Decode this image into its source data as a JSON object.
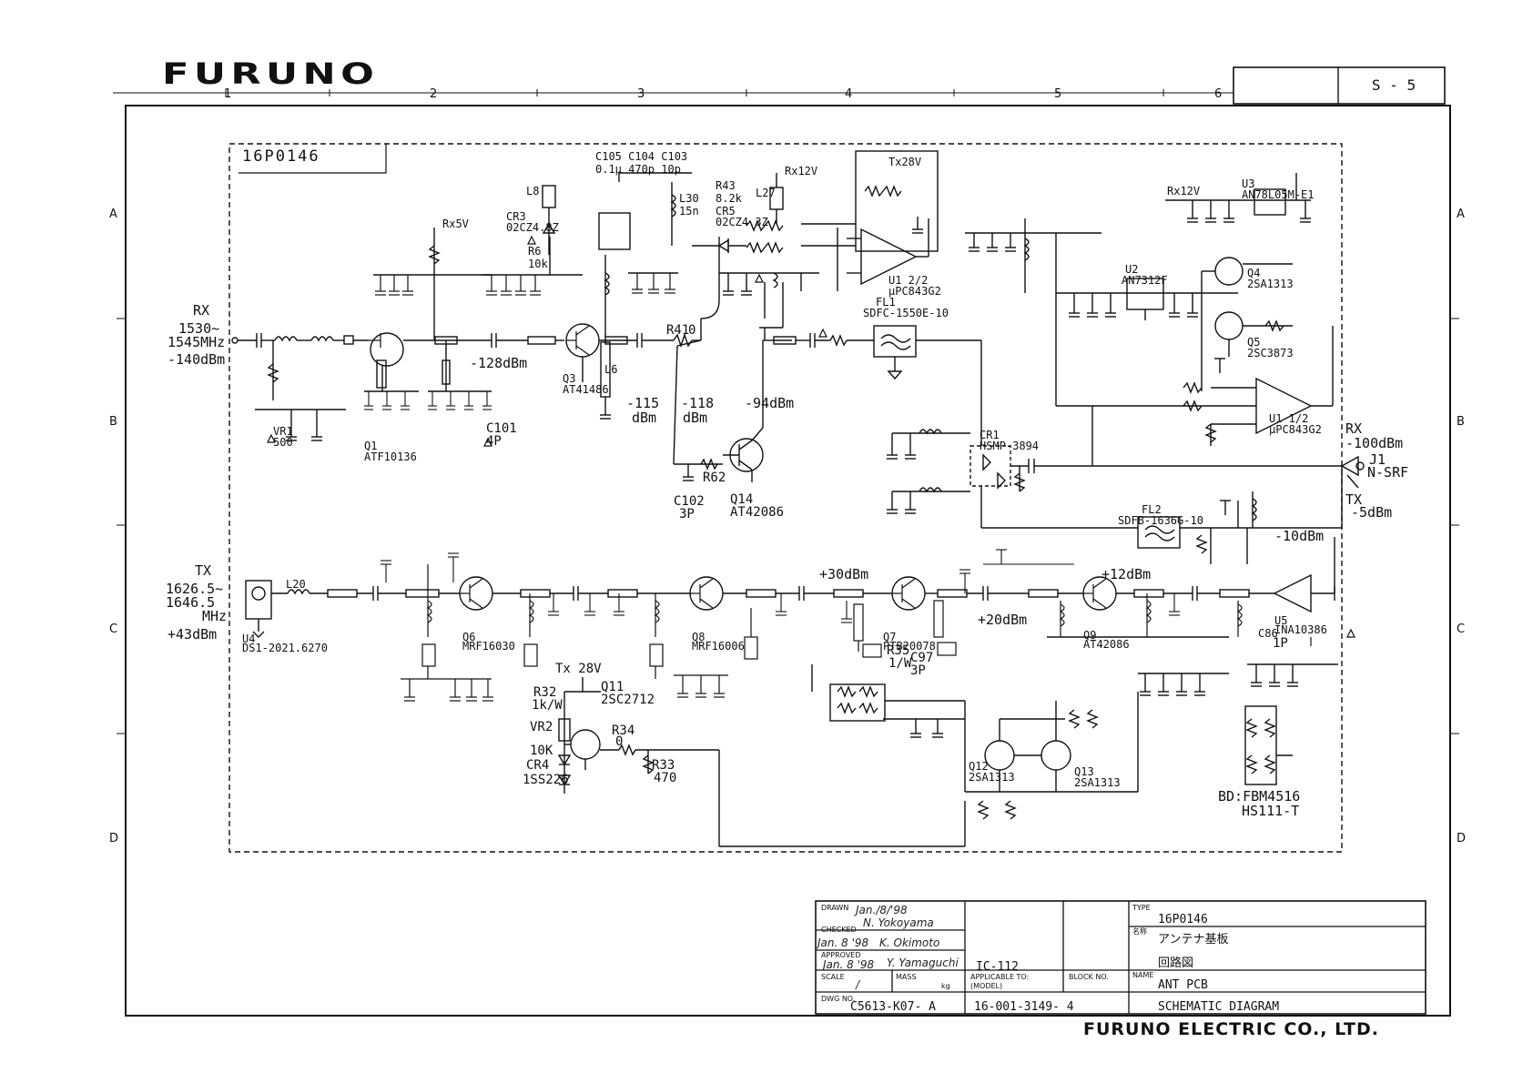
{
  "header": {
    "brand": "FURUNO",
    "sheet_no": "S - 5",
    "board_id": "16P0146"
  },
  "zones": {
    "columns": [
      "1",
      "2",
      "3",
      "4",
      "5",
      "6"
    ],
    "rows": [
      "A",
      "B",
      "C",
      "D"
    ]
  },
  "rx_port": {
    "name": "RX",
    "freq_line1": "1530~",
    "freq_line2": "1545MHz",
    "level": "-140dBm"
  },
  "tx_port": {
    "name": "TX",
    "freq_line1": "1626.5~",
    "freq_line2": "1646.5",
    "freq_unit": "MHz",
    "level": "+43dBm"
  },
  "levels": {
    "rx_stage1": "-128dBm",
    "rx_stage2_a": "-115",
    "rx_stage2_b": "dBm",
    "rx_stage3_a": "-118",
    "rx_stage3_b": "dBm",
    "rx_stage4": "-94dBm",
    "tx_30": "+30dBm",
    "tx_20": "+20dBm",
    "tx_12": "+12dBm",
    "tx_m10": "-10dBm"
  },
  "connector": {
    "rx": "RX",
    "rx_level": "-100dBm",
    "jack": "J1",
    "jack_type": "N-SRF",
    "tx": "TX",
    "tx_level": "-5dBm"
  },
  "components": {
    "c105": "C105 C104 C103",
    "c105_vals": "0.1µ  470p  10p",
    "l30": "L30",
    "l30_val": "15n",
    "r43": "R43",
    "r43_val": "8.2k",
    "cr5": "CR5",
    "cr5_val": "02CZ4.3Z",
    "l8": "L8",
    "cr3": "CR3",
    "cr3_val": "02CZ4.8Z",
    "r6": "R6",
    "r6_val": "10k",
    "l27": "L27",
    "rx12v_a": "Rx12V",
    "rx12v_b": "Rx12V",
    "tx28v": "Tx28V",
    "rx5v": "Rx5V",
    "u1_2": "U1 2/2",
    "u1_2_part": "µPC843G2",
    "fl1": "FL1",
    "fl1_part": "SDFC-1550E-10",
    "fl2": "FL2",
    "fl2_part": "SDFB-1636G-10",
    "u3": "U3",
    "u3_part": "AN78L05M-E1",
    "u2": "U2",
    "u2_part": "AN7312F",
    "q4": "Q4",
    "q4_part": "2SA1313",
    "q5": "Q5",
    "q5_part": "2SC3873",
    "u1_1": "U1 1/2",
    "u1_1_part": "µPC843G2",
    "cr1": "CR1",
    "cr1_part": "HSMP-3894",
    "q1": "Q1",
    "q1_part": "ATF10136",
    "q3": "Q3",
    "q3_part": "AT41486",
    "q14": "Q14",
    "q14_part": "AT42086",
    "r62": "R62",
    "c102": "C102",
    "c102_val": "3P",
    "c101": "C101",
    "c101_val": "4P",
    "vr1": "VR1",
    "vr1_val": "500",
    "r41": "R41",
    "r41_val": "0",
    "l6": "L6",
    "u4": "U4",
    "u4_part": "DS1-2021.6270",
    "l20": "L20",
    "q6": "Q6",
    "q6_part": "MRF16030",
    "q8": "Q8",
    "q8_part": "MRF16006",
    "q7": "Q7",
    "q7_part": "PTB20078",
    "q9": "Q9",
    "q9_part": "AT42086",
    "q11": "Q11",
    "q11_part": "2SC2712",
    "r32": "R32",
    "r32_val": "1k/W",
    "vr2": "VR2",
    "vr2_val": "10K",
    "cr4": "CR4",
    "cr4_part": "1SS226",
    "r34": "R34",
    "r34_val": "0",
    "r33": "R33",
    "r33_val": "470",
    "r35": "R35",
    "r35_val": "1/W",
    "c97": "C97",
    "c97_val": "3P",
    "q12": "Q12",
    "q12_part": "2SA1313",
    "q13": "Q13",
    "q13_part": "2SA1313",
    "u5": "U5",
    "u5_part": "INA10386",
    "c86": "C86",
    "c86_val": "1P",
    "tx28v_hand": "Tx 28V",
    "bd_note": "BD:FBM4516",
    "bd_note2": "HS111-T"
  },
  "title_block": {
    "drawn_label": "DRAWN",
    "drawn_date": "Jan./8/'98",
    "drawn_name": "N. Yokoyama",
    "checked_label": "CHECKED",
    "checked_date": "Jan. 8 '98",
    "checked_name": "K. Okimoto",
    "approved_label": "APPROVED",
    "approved_date": "Jan. 8 '98",
    "approved_name": "Y. Yamaguchi",
    "scale_label": "SCALE",
    "scale_value": "/",
    "mass_label": "MASS",
    "mass_unit": "kg",
    "applicable_label": "APPLICABLE TO:",
    "applicable_value": "IC-112",
    "model_label": "(MODEL)",
    "block_label": "BLOCK NO.",
    "type_label": "TYPE",
    "type_value": "16P0146",
    "name_jp_label": "名称",
    "name_jp_value": "アンテナ基板",
    "name_jp_value2": "回路図",
    "name_label": "NAME",
    "name_value": "ANT PCB",
    "name_value2": "SCHEMATIC DIAGRAM",
    "dwg_label": "DWG NO.",
    "dwg_value": "C5613-K07- A",
    "ref_value": "16-001-3149- 4"
  },
  "footer": {
    "company": "FURUNO ELECTRIC CO., LTD."
  }
}
